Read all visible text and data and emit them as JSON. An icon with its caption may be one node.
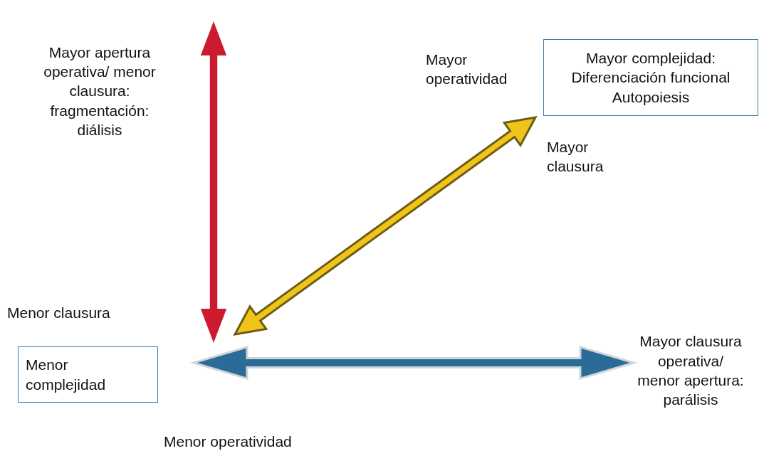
{
  "diagram": {
    "nodes": [
      {
        "text": [
          "Mayor complejidad: Diferenciación funcional Autopoiesis"
        ]
      },
      {
        "text": [
          "Menor complejidad"
        ]
      },
      {
        "text": [
          "Mayor apertura operativa/ menor clausura: fragmentación: diálisis"
        ]
      },
      {
        "text": [
          "Mayor clausura operativa/ menor apertura: parálisis"
        ]
      }
    ],
    "edges": [
      {
        "from": 1,
        "to": 2,
        "arrow": "both",
        "style": "thick",
        "color": "#cc1a2e"
      },
      {
        "from": 1,
        "to": 0,
        "arrow": "both",
        "style": "thick",
        "color": "#f0c419"
      },
      {
        "from": 1,
        "to": 3,
        "arrow": "both",
        "style": "thick",
        "color": "#2b6b97"
      }
    ],
    "labels": [
      "Mayor operatividad",
      "Mayor clausura",
      "Menor clausura",
      "Menor operatividad"
    ]
  }
}
